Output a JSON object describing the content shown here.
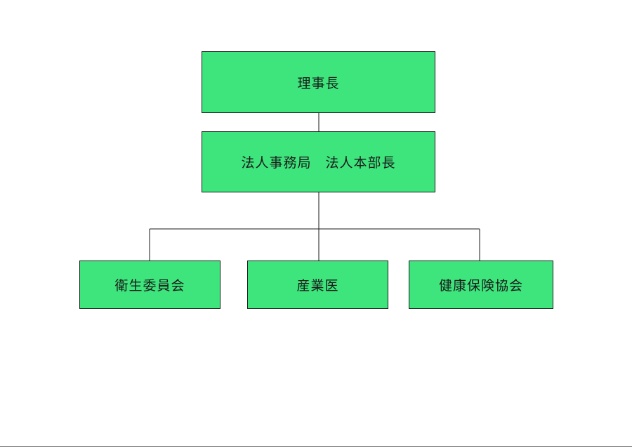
{
  "colors": {
    "node_fill": "#3ee57c",
    "node_border": "#1a1a1a",
    "line": "#1a1a1a"
  },
  "org_chart": {
    "top": {
      "label": "理事長"
    },
    "second": {
      "label": "法人事務局　法人本部長"
    },
    "children": [
      {
        "label": "衛生委員会"
      },
      {
        "label": "産業医"
      },
      {
        "label": "健康保険協会"
      }
    ]
  }
}
